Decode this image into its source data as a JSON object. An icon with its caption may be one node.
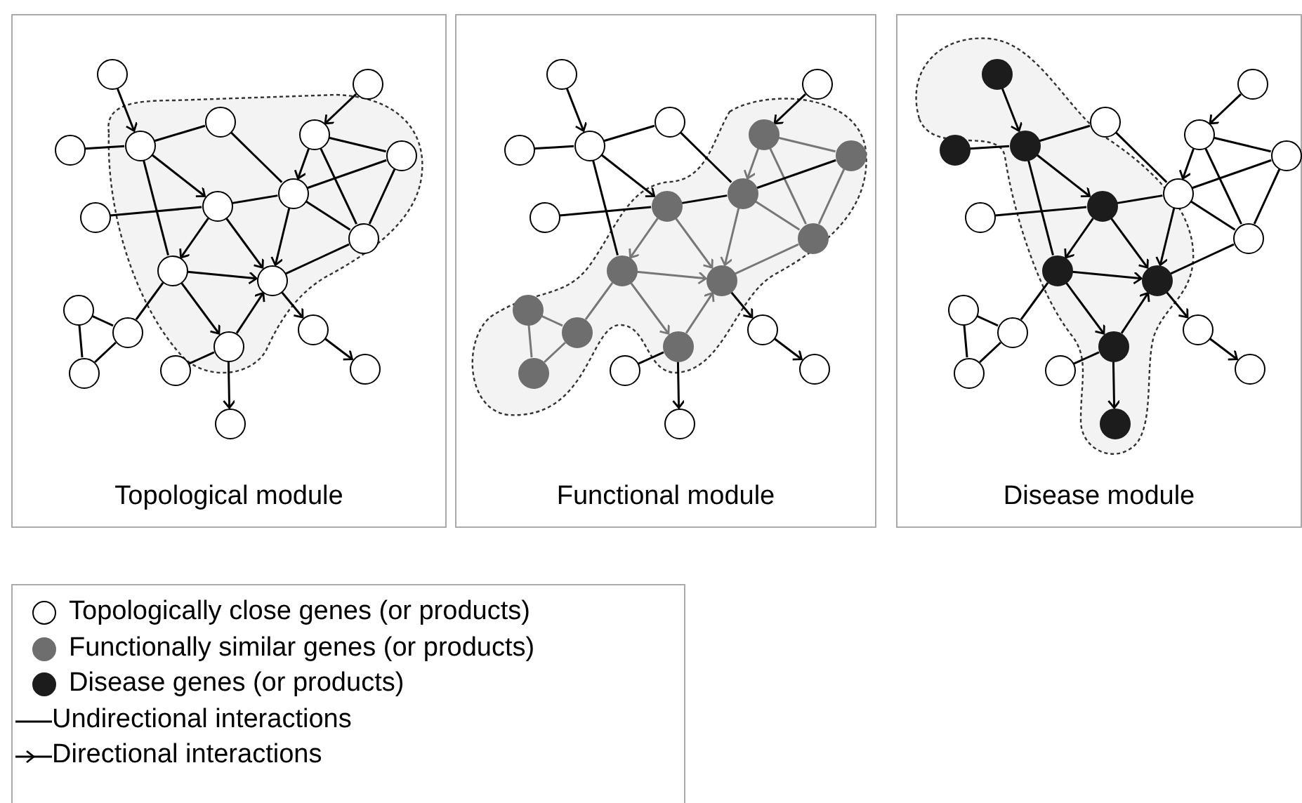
{
  "diagram": {
    "nodes": [
      {
        "text": [
          "Topological module"
        ]
      },
      {
        "text": [],
        "shape": "circle",
        "in": 0
      },
      {
        "text": [],
        "shape": "circle",
        "in": 0
      },
      {
        "text": [],
        "shape": "circle",
        "in": 0
      },
      {
        "text": [],
        "shape": "circle",
        "in": 0
      },
      {
        "text": [],
        "shape": "circle",
        "in": 0
      },
      {
        "text": [],
        "shape": "circle",
        "in": 0
      },
      {
        "text": [],
        "shape": "circle",
        "in": 0
      },
      {
        "text": [],
        "shape": "circle",
        "in": 0
      },
      {
        "text": [],
        "shape": "circle",
        "in": 0
      },
      {
        "text": [],
        "shape": "circle",
        "in": 0
      },
      {
        "text": [],
        "shape": "circle",
        "in": 0
      },
      {
        "text": [],
        "shape": "circle",
        "in": 0
      },
      {
        "text": [],
        "shape": "circle",
        "in": 0
      },
      {
        "text": [],
        "shape": "circle",
        "in": 0
      },
      {
        "text": [],
        "shape": "circle",
        "in": 0
      },
      {
        "text": [],
        "shape": "circle",
        "in": 0
      },
      {
        "text": [],
        "shape": "circle",
        "in": 0
      },
      {
        "text": [],
        "shape": "circle",
        "in": 0
      },
      {
        "text": [],
        "shape": "circle",
        "in": 0
      },
      {
        "text": [],
        "shape": "circle",
        "in": 0
      },
      {
        "text": [],
        "shape": "circle",
        "in": 0
      },
      {
        "text": [
          "Functional module"
        ]
      },
      {
        "text": [],
        "shape": "circle",
        "in": 22
      },
      {
        "text": [],
        "shape": "circle",
        "in": 22
      },
      {
        "text": [],
        "shape": "circle",
        "in": 22
      },
      {
        "text": [],
        "shape": "circle",
        "in": 22
      },
      {
        "text": [],
        "shape": "circle",
        "in": 22
      },
      {
        "text": [],
        "shape": "circle",
        "in": 22
      },
      {
        "text": [],
        "shape": "circle",
        "in": 22
      },
      {
        "text": [],
        "shape": "circle",
        "in": 22
      },
      {
        "text": [],
        "shape": "circle",
        "in": 22
      },
      {
        "text": [],
        "shape": "circle",
        "in": 22
      },
      {
        "text": [],
        "shape": "circle",
        "in": 22
      },
      {
        "text": [],
        "shape": "circle",
        "in": 22
      },
      {
        "text": [],
        "shape": "circle",
        "in": 22
      },
      {
        "text": [],
        "shape": "circle",
        "in": 22
      },
      {
        "text": [],
        "shape": "circle",
        "in": 22
      },
      {
        "text": [],
        "shape": "circle",
        "in": 22
      },
      {
        "text": [],
        "shape": "circle",
        "in": 22
      },
      {
        "text": [],
        "shape": "circle",
        "in": 22
      },
      {
        "text": [],
        "shape": "circle",
        "in": 22
      },
      {
        "text": [],
        "shape": "circle",
        "in": 22
      },
      {
        "text": [],
        "shape": "circle",
        "in": 22
      },
      {
        "text": [
          "Disease module"
        ]
      },
      {
        "text": [],
        "shape": "circle",
        "in": 44
      },
      {
        "text": [],
        "shape": "circle",
        "in": 44
      },
      {
        "text": [],
        "shape": "circle",
        "in": 44
      },
      {
        "text": [],
        "shape": "circle",
        "in": 44
      },
      {
        "text": [],
        "shape": "circle",
        "in": 44
      },
      {
        "text": [],
        "shape": "circle",
        "in": 44
      },
      {
        "text": [],
        "shape": "circle",
        "in": 44
      },
      {
        "text": [],
        "shape": "circle",
        "in": 44
      },
      {
        "text": [],
        "shape": "circle",
        "in": 44
      },
      {
        "text": [],
        "shape": "circle",
        "in": 44
      },
      {
        "text": [],
        "shape": "circle",
        "in": 44
      },
      {
        "text": [],
        "shape": "circle",
        "in": 44
      },
      {
        "text": [],
        "shape": "circle",
        "in": 44
      },
      {
        "text": [],
        "shape": "circle",
        "in": 44
      },
      {
        "text": [],
        "shape": "circle",
        "in": 44
      },
      {
        "text": [],
        "shape": "circle",
        "in": 44
      },
      {
        "text": [],
        "shape": "circle",
        "in": 44
      },
      {
        "text": [],
        "shape": "circle",
        "in": 44
      },
      {
        "text": [],
        "shape": "circle",
        "in": 44
      },
      {
        "text": [],
        "shape": "circle",
        "in": 44
      },
      {
        "text": [],
        "shape": "circle",
        "in": 44
      }
    ],
    "edges": [
      {
        "from": 1,
        "to": 3,
        "arrow": "to"
      },
      {
        "from": 2,
        "to": 3,
        "arrow": "none"
      },
      {
        "from": 3,
        "to": 4,
        "arrow": "none"
      },
      {
        "from": 3,
        "to": 9,
        "arrow": "to"
      },
      {
        "from": 3,
        "to": 12,
        "arrow": "none"
      },
      {
        "from": 4,
        "to": 8,
        "arrow": "none"
      },
      {
        "from": 5,
        "to": 6,
        "arrow": "to"
      },
      {
        "from": 6,
        "to": 8,
        "arrow": "to"
      },
      {
        "from": 6,
        "to": 7,
        "arrow": "none"
      },
      {
        "from": 6,
        "to": 11,
        "arrow": "none"
      },
      {
        "from": 7,
        "to": 11,
        "arrow": "none"
      },
      {
        "from": 7,
        "to": 8,
        "arrow": "none"
      },
      {
        "from": 8,
        "to": 11,
        "arrow": "none"
      },
      {
        "from": 8,
        "to": 13,
        "arrow": "to"
      },
      {
        "from": 10,
        "to": 9,
        "arrow": "none"
      },
      {
        "from": 9,
        "to": 8,
        "arrow": "none"
      },
      {
        "from": 9,
        "to": 12,
        "arrow": "to"
      },
      {
        "from": 9,
        "to": 13,
        "arrow": "to"
      },
      {
        "from": 12,
        "to": 13,
        "arrow": "to"
      },
      {
        "from": 12,
        "to": 17,
        "arrow": "to"
      },
      {
        "from": 17,
        "to": 13,
        "arrow": "to"
      },
      {
        "from": 12,
        "to": 15,
        "arrow": "none"
      },
      {
        "from": 11,
        "to": 13,
        "arrow": "none"
      },
      {
        "from": 14,
        "to": 15,
        "arrow": "none"
      },
      {
        "from": 14,
        "to": 16,
        "arrow": "none"
      },
      {
        "from": 15,
        "to": 16,
        "arrow": "none"
      },
      {
        "from": 18,
        "to": 17,
        "arrow": "none"
      },
      {
        "from": 17,
        "to": 19,
        "arrow": "to"
      },
      {
        "from": 13,
        "to": 20,
        "arrow": "to"
      },
      {
        "from": 20,
        "to": 21,
        "arrow": "to"
      },
      {
        "from": 23,
        "to": 25,
        "arrow": "to"
      },
      {
        "from": 24,
        "to": 25,
        "arrow": "none"
      },
      {
        "from": 25,
        "to": 26,
        "arrow": "none"
      },
      {
        "from": 25,
        "to": 31,
        "arrow": "to"
      },
      {
        "from": 25,
        "to": 34,
        "arrow": "none"
      },
      {
        "from": 26,
        "to": 30,
        "arrow": "none"
      },
      {
        "from": 27,
        "to": 28,
        "arrow": "to"
      },
      {
        "from": 28,
        "to": 30,
        "arrow": "to",
        "color": "#777777"
      },
      {
        "from": 28,
        "to": 29,
        "arrow": "none",
        "color": "#777777"
      },
      {
        "from": 28,
        "to": 33,
        "arrow": "none",
        "color": "#777777"
      },
      {
        "from": 29,
        "to": 33,
        "arrow": "none",
        "color": "#777777"
      },
      {
        "from": 29,
        "to": 30,
        "arrow": "none"
      },
      {
        "from": 30,
        "to": 33,
        "arrow": "none",
        "color": "#777777"
      },
      {
        "from": 30,
        "to": 35,
        "arrow": "to",
        "color": "#777777"
      },
      {
        "from": 32,
        "to": 31,
        "arrow": "none"
      },
      {
        "from": 31,
        "to": 30,
        "arrow": "none"
      },
      {
        "from": 31,
        "to": 34,
        "arrow": "to",
        "color": "#777777"
      },
      {
        "from": 31,
        "to": 35,
        "arrow": "to",
        "color": "#777777"
      },
      {
        "from": 34,
        "to": 35,
        "arrow": "to",
        "color": "#777777"
      },
      {
        "from": 34,
        "to": 39,
        "arrow": "to",
        "color": "#777777"
      },
      {
        "from": 39,
        "to": 35,
        "arrow": "to",
        "color": "#777777"
      },
      {
        "from": 34,
        "to": 37,
        "arrow": "none",
        "color": "#777777"
      },
      {
        "from": 33,
        "to": 35,
        "arrow": "none",
        "color": "#777777"
      },
      {
        "from": 36,
        "to": 37,
        "arrow": "none",
        "color": "#777777"
      },
      {
        "from": 36,
        "to": 38,
        "arrow": "none",
        "color": "#777777"
      },
      {
        "from": 37,
        "to": 38,
        "arrow": "none",
        "color": "#777777"
      },
      {
        "from": 40,
        "to": 39,
        "arrow": "none"
      },
      {
        "from": 39,
        "to": 41,
        "arrow": "to"
      },
      {
        "from": 35,
        "to": 42,
        "arrow": "to"
      },
      {
        "from": 42,
        "to": 43,
        "arrow": "to"
      },
      {
        "from": 45,
        "to": 47,
        "arrow": "to"
      },
      {
        "from": 46,
        "to": 47,
        "arrow": "none"
      },
      {
        "from": 47,
        "to": 48,
        "arrow": "none"
      },
      {
        "from": 47,
        "to": 53,
        "arrow": "to"
      },
      {
        "from": 47,
        "to": 56,
        "arrow": "none"
      },
      {
        "from": 48,
        "to": 52,
        "arrow": "none"
      },
      {
        "from": 49,
        "to": 50,
        "arrow": "to"
      },
      {
        "from": 50,
        "to": 52,
        "arrow": "to"
      },
      {
        "from": 50,
        "to": 51,
        "arrow": "none"
      },
      {
        "from": 50,
        "to": 55,
        "arrow": "none"
      },
      {
        "from": 51,
        "to": 55,
        "arrow": "none"
      },
      {
        "from": 51,
        "to": 52,
        "arrow": "none"
      },
      {
        "from": 52,
        "to": 55,
        "arrow": "none"
      },
      {
        "from": 52,
        "to": 57,
        "arrow": "to"
      },
      {
        "from": 54,
        "to": 53,
        "arrow": "none"
      },
      {
        "from": 53,
        "to": 52,
        "arrow": "none"
      },
      {
        "from": 53,
        "to": 56,
        "arrow": "to"
      },
      {
        "from": 53,
        "to": 57,
        "arrow": "to"
      },
      {
        "from": 56,
        "to": 57,
        "arrow": "to"
      },
      {
        "from": 56,
        "to": 61,
        "arrow": "to"
      },
      {
        "from": 61,
        "to": 57,
        "arrow": "to"
      },
      {
        "from": 56,
        "to": 59,
        "arrow": "none"
      },
      {
        "from": 55,
        "to": 57,
        "arrow": "none"
      },
      {
        "from": 58,
        "to": 59,
        "arrow": "none"
      },
      {
        "from": 58,
        "to": 60,
        "arrow": "none"
      },
      {
        "from": 59,
        "to": 60,
        "arrow": "none"
      },
      {
        "from": 62,
        "to": 61,
        "arrow": "none"
      },
      {
        "from": 61,
        "to": 63,
        "arrow": "to"
      },
      {
        "from": 57,
        "to": 64,
        "arrow": "to"
      },
      {
        "from": 64,
        "to": 65,
        "arrow": "to"
      }
    ],
    "legend": [
      {
        "text": "Topologically close genes (or products)",
        "color": "#ffffff"
      },
      {
        "text": "Functionally similar genes (or products)",
        "color": "#6e6e6e"
      },
      {
        "text": "Disease genes (or products)",
        "color": "#1c1c1c"
      },
      {
        "text": "Undirectional interactions"
      },
      {
        "text": "Directional interactions"
      }
    ]
  }
}
